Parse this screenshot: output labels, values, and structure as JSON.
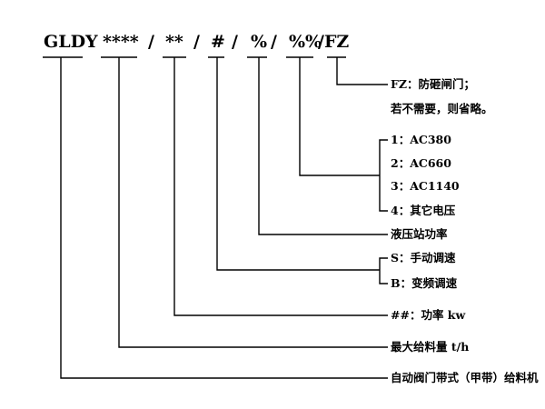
{
  "model_code": {
    "prefix": "GLDY",
    "capacity": "****",
    "sep1": "/",
    "power": "**",
    "sep2": "/",
    "speed": "#",
    "sep3": "/",
    "hydraulic": "%",
    "sep4": "/",
    "voltage": "%%",
    "gate": "/FZ"
  },
  "legend": {
    "gate_line1": "FZ：防砸闸门；",
    "gate_line2": "若不需要，则省略。",
    "voltage_opt1": "1：AC380",
    "voltage_opt2": "2：AC660",
    "voltage_opt3": "3：AC1140",
    "voltage_opt4": "4：其它电压",
    "hydraulic_power": "液压站功率",
    "speed_opt1": "S：手动调速",
    "speed_opt2": "B：变频调速",
    "motor_power": "##：功率 kw",
    "max_capacity": "最大给料量 t/h",
    "machine_name": "自动阀门带式（甲带）给料机"
  }
}
